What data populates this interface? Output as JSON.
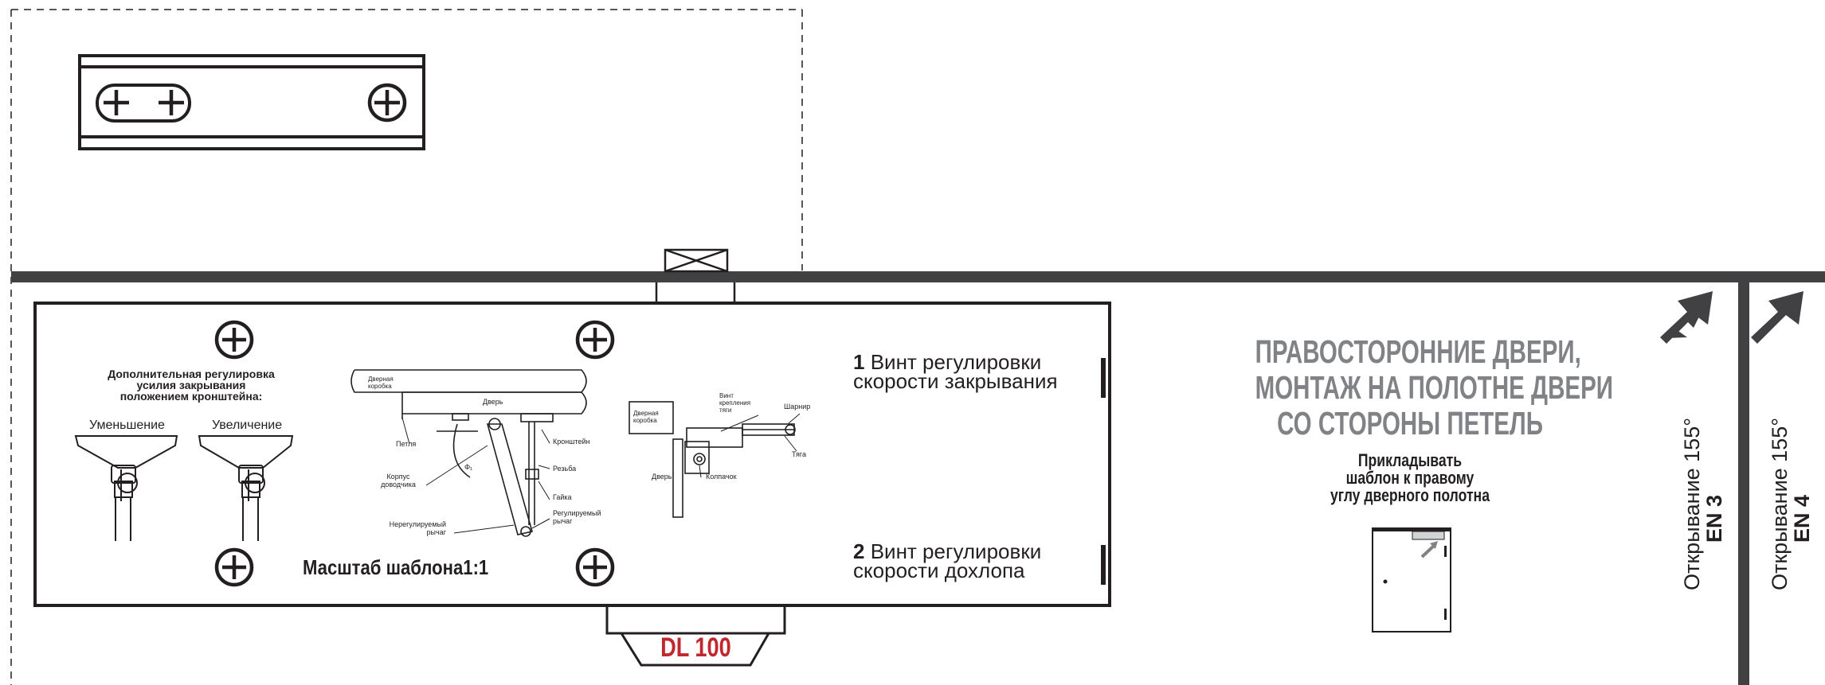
{
  "colors": {
    "ink": "#231f20",
    "bar": "#414042",
    "heading": "#808285",
    "brand_red": "#c1272d",
    "door_fill": "#d1d3d4"
  },
  "template": {
    "scale_label": "Масштаб шаблона1:1",
    "extra_adjust": {
      "title_line1": "Дополнительная регулировка",
      "title_line2": "усилия закрывания",
      "title_line3": "положением кронштейна:",
      "decrease": "Уменьшение",
      "increase": "Увеличение"
    },
    "closer_labels": {
      "door_frame": "Дверная коробка",
      "door": "Дверь",
      "hinge": "Петля",
      "body": "Корпус доводчика",
      "fixed_arm": "Нерегулируемый рычаг",
      "bracket": "Кронштейн",
      "thread": "Резьба",
      "nut": "Гайка",
      "adj_arm": "Регулируемый рычаг",
      "angle": "Φ₁"
    },
    "rod_labels": {
      "door_frame": "Дверная коробка",
      "rod_screw": "Винт крепления тяги",
      "joint": "Шарнир",
      "rod": "Тяга",
      "door": "Дверь",
      "cap": "Колпачок"
    },
    "screw1": {
      "num": "1",
      "line1": "Винт регулировки",
      "line2": "скорости закрывания"
    },
    "screw2": {
      "num": "2",
      "line1": "Винт регулировки",
      "line2": "скорости дохлопа"
    },
    "model": "DL 100"
  },
  "info": {
    "heading_line1": "ПРАВОСТОРОННИЕ ДВЕРИ,",
    "heading_line2": "МОНТАЖ НА ПОЛОТНЕ ДВЕРИ",
    "heading_line3": "СО СТОРОНЫ ПЕТЕЛЬ",
    "apply_line1": "Прикладывать",
    "apply_line2": "шаблон к правому",
    "apply_line3": "углу дверного полотна"
  },
  "openings": [
    {
      "angle_text": "Открывание 155°",
      "class_text": "EN 3"
    },
    {
      "angle_text": "Открывание 155°",
      "class_text": "EN 4"
    }
  ],
  "icons": [
    "cross-screw-icon",
    "arrow-icon",
    "door-icon"
  ]
}
